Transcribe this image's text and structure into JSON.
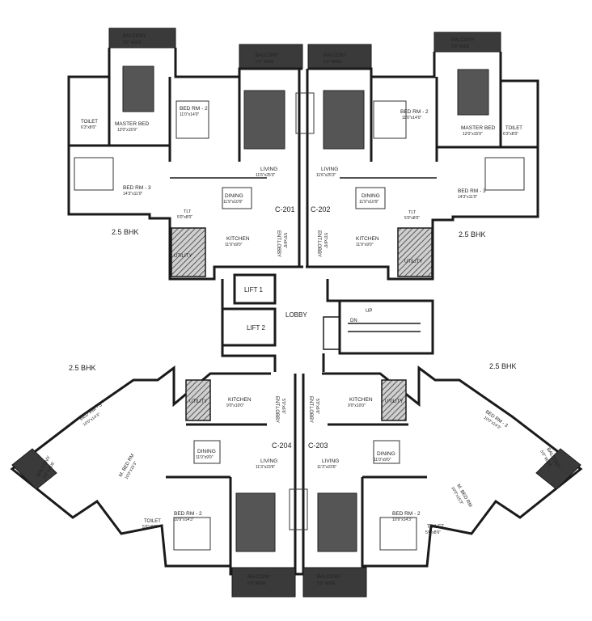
{
  "unit_types": {
    "top_left": "2.5 BHK",
    "top_right": "2.5 BHK",
    "bottom_left": "2.5 BHK",
    "bottom_right": "2.5 BHK"
  },
  "units": {
    "c201": "C-201",
    "c202": "C-202",
    "c203": "C-203",
    "c204": "C-204"
  },
  "core": {
    "lift1": "LIFT 1",
    "lift2": "LIFT 2",
    "lobby": "LOBBY",
    "up": "UP",
    "dn": "DN"
  },
  "top": {
    "balcony": "BALCONY",
    "balcony_dim": "5'0\" WIDE",
    "toilet": "TOILET",
    "toilet_dim_l": "6'3\"x8'0\"",
    "toilet_dim_r": "6'3\"x8'0\"",
    "master": "MASTER BED",
    "master_dim": "12'0\"x15'9\"",
    "bed2": "BED RM - 2",
    "bed2_dim": "11'0\"x14'0\"",
    "bed3": "BED RM - 3",
    "bed3_dim": "14'3\"x11'0\"",
    "living": "LIVING",
    "living_dim": "11'6\"x25'3\"",
    "dining": "DINING",
    "dining_dim": "11'9\"x10'9\"",
    "tlt": "TLT",
    "tlt_dim": "5'0\"x8'0\"",
    "kitchen": "KITCHEN",
    "kitchen_dim": "11'9\"x9'0\"",
    "utility": "UTILITY",
    "entlobby": "ENT.LOBBY",
    "entlobby_dim": "5'0\"x6'6\""
  },
  "bottom": {
    "balcony": "BALCONY",
    "balcony_dim": "5'0\" WIDE",
    "kitchen": "KITCHEN",
    "kitchen_dim": "9'0\"x10'0\"",
    "utility": "UTILITY",
    "entlobby": "ENT.LOBBY",
    "entlobby_dim": "5'0\"x6'6\"",
    "dining": "DINING",
    "dining_dim": "11'0\"x9'0\"",
    "living_l": "LIVING",
    "living_l_dim": "11'3\"x23'6\"",
    "living_r": "LIVING",
    "living_r_dim": "11'3\"x23'6\"",
    "bed3": "BED RM - 3",
    "bed3_dim": "10'0\"x14'3\"",
    "mbed": "M. BED RM",
    "mbed_dim": "10'0\"x15'3\"",
    "bed2": "BED RM - 2",
    "bed2_dim": "10'9\"x14'3\"",
    "toilet": "TOILET",
    "toilet_dim": "5'6\"x8'6\""
  }
}
